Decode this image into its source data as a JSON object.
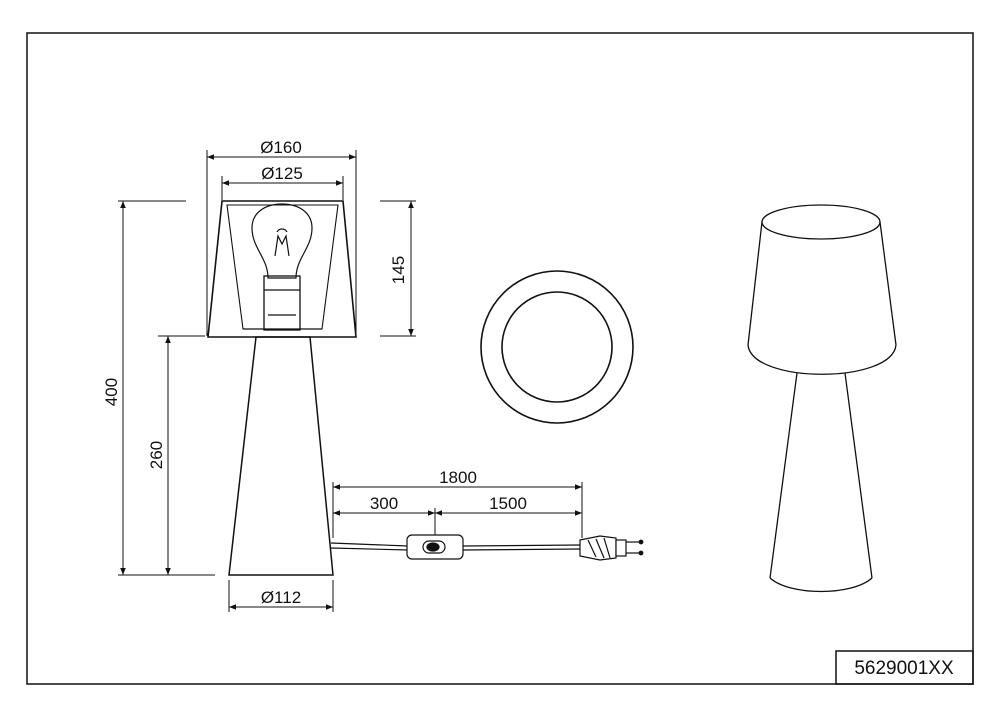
{
  "product_code": "5629001XX",
  "dimensions": {
    "shade_outer_diameter": "Ø160",
    "shade_inner_diameter": "Ø125",
    "shade_height": "145",
    "total_height": "400",
    "base_height": "260",
    "base_diameter": "Ø112",
    "cable_total": "1800",
    "cable_to_switch": "300",
    "switch_to_plug": "1500"
  }
}
